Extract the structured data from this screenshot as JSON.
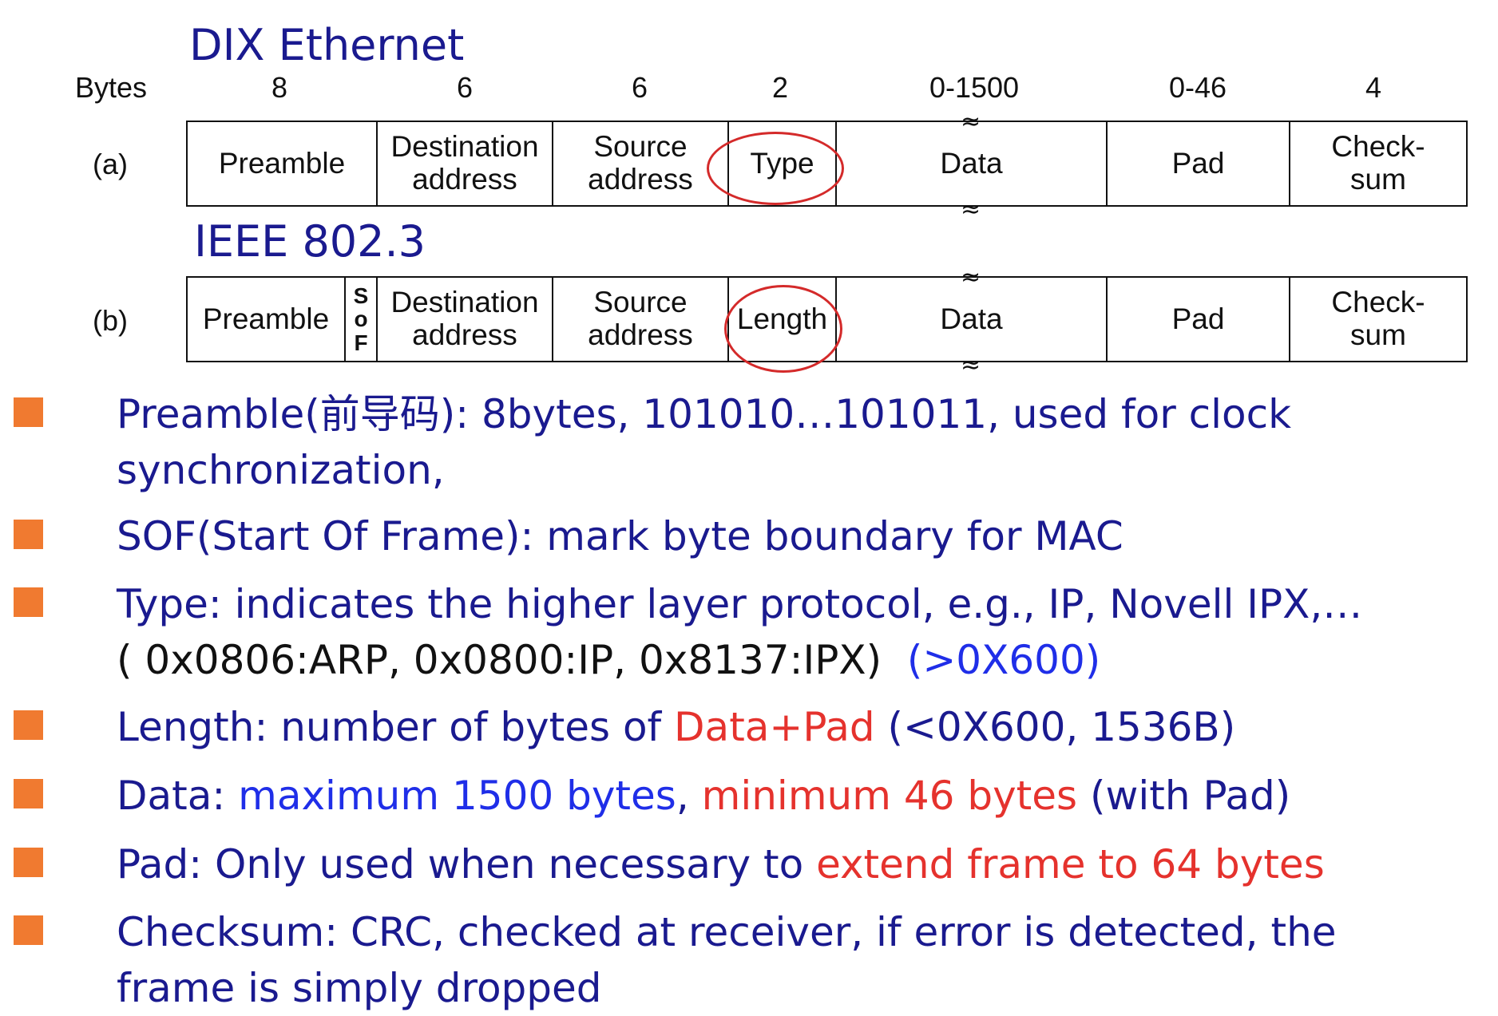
{
  "titles": {
    "dix": "DIX Ethernet",
    "ieee": "IEEE 802.3"
  },
  "bytes_header": {
    "label": "Bytes",
    "values": [
      "8",
      "6",
      "6",
      "2",
      "0-1500",
      "0-46",
      "4"
    ]
  },
  "frame_a": {
    "label": "(a)",
    "fields": {
      "preamble": "Preamble",
      "dest_line1": "Destination",
      "dest_line2": "address",
      "src_line1": "Source",
      "src_line2": "address",
      "type": "Type",
      "data": "Data",
      "pad": "Pad",
      "check_line1": "Check-",
      "check_line2": "sum"
    }
  },
  "frame_b": {
    "label": "(b)",
    "fields": {
      "preamble": "Preamble",
      "sof_1": "S",
      "sof_2": "o",
      "sof_3": "F",
      "dest_line1": "Destination",
      "dest_line2": "address",
      "src_line1": "Source",
      "src_line2": "address",
      "length": "Length",
      "data": "Data",
      "pad": "Pad",
      "check_line1": "Check-",
      "check_line2": "sum"
    }
  },
  "bullets": {
    "preamble": {
      "l1_a": "Preamble(",
      "l1_cn": "前导码",
      "l1_b": "): 8bytes, 101010…101011, used for clock",
      "l2": "synchronization,"
    },
    "sof": {
      "text": "SOF(Start Of Frame): mark byte boundary for MAC"
    },
    "type": {
      "l1": "Type: indicates the higher layer protocol, e.g., IP, Novell IPX,…",
      "l2_codes": "( 0x0806:ARP, 0x0800:IP,  0x8137:IPX)",
      "l2_range": "(>0X600)"
    },
    "length": {
      "a": "Length: number of bytes of ",
      "b": "Data+Pad",
      "c": " (<0X600, 1536B)"
    },
    "data": {
      "a": "Data: ",
      "b": "maximum 1500 bytes",
      "c": ", ",
      "d": "minimum 46 bytes",
      "e": " (with Pad)"
    },
    "pad": {
      "a": "Pad: Only used when necessary to ",
      "b": "extend frame to 64 bytes"
    },
    "checksum": {
      "l1": "Checksum: CRC, checked at receiver, if error is detected, the",
      "l2": "frame is simply dropped"
    }
  },
  "colors": {
    "text_dark_blue": "#1a1a8f",
    "highlight_red": "#e5322d",
    "highlight_blue": "#1f2ee8",
    "bullet_orange": "#f07a30",
    "circle_red": "#d42a2a"
  }
}
